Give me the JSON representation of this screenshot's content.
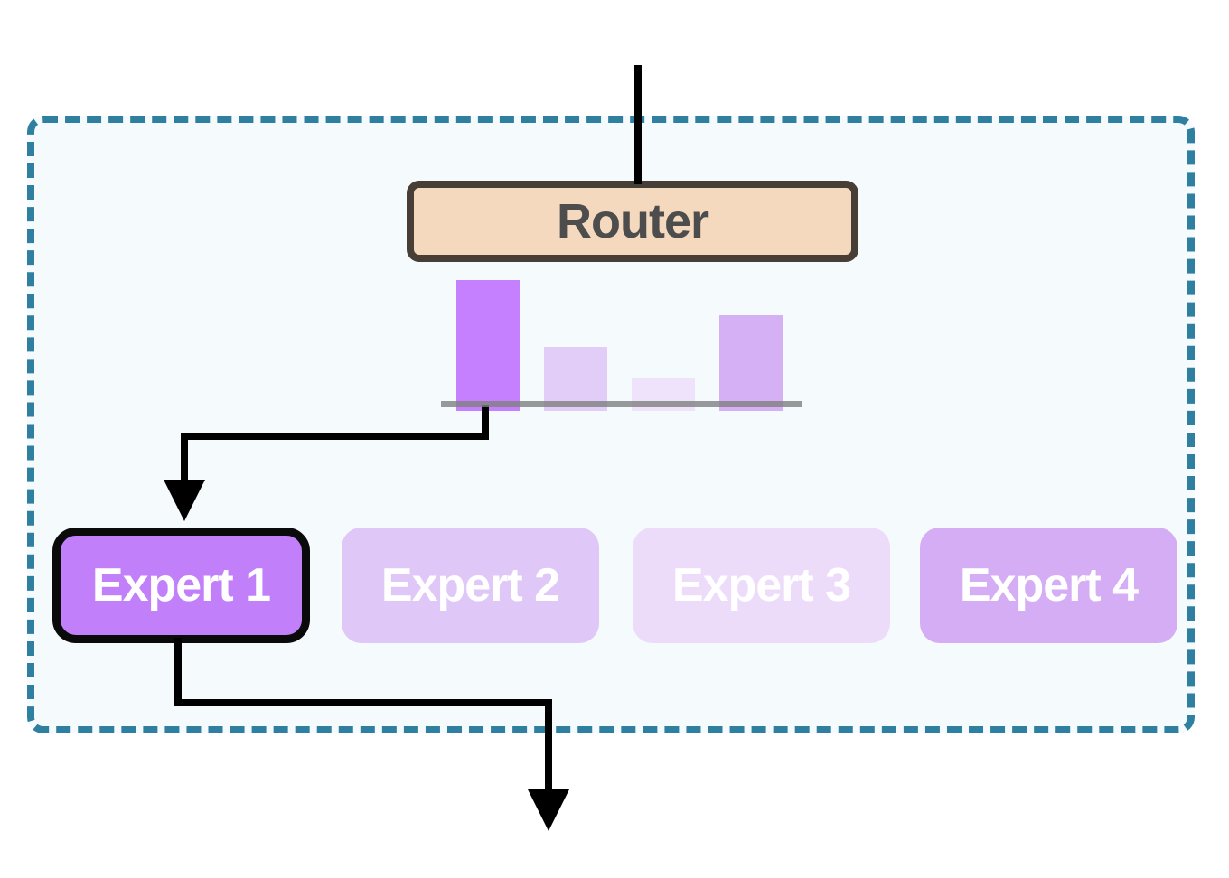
{
  "router": {
    "label": "Router"
  },
  "experts": [
    {
      "label": "Expert 1",
      "fill": "#C17FFA",
      "selected": true
    },
    {
      "label": "Expert 2",
      "fill": "#DFC8F8",
      "selected": false
    },
    {
      "label": "Expert 3",
      "fill": "#ECDCFA",
      "selected": false
    },
    {
      "label": "Expert 4",
      "fill": "#D4ADF5",
      "selected": false
    }
  ],
  "chart_data": {
    "type": "bar",
    "categories": [
      "Expert 1",
      "Expert 2",
      "Expert 3",
      "Expert 4"
    ],
    "values": [
      1.0,
      0.49,
      0.25,
      0.73
    ],
    "bar_colors": [
      "#C580FF",
      "#E1CDF8",
      "#EFE3FB",
      "#D5B0F5"
    ],
    "title": "",
    "xlabel": "",
    "ylabel": "",
    "ylim": [
      0,
      1.05
    ],
    "grid": false,
    "legend": false,
    "tick_labels_visible": false
  },
  "colors": {
    "page_bg": "#FFFFFF",
    "container_border": "#2F7FA0",
    "container_bg": "#F5FAFC",
    "router_fill": "#F5D9BE",
    "router_border": "#473E35",
    "router_text": "#4D4D4D",
    "expert_text": "#FFFFFF",
    "expert_selected_border": "#0A0A0A",
    "arrow": "#000000",
    "baseline": "#808080"
  }
}
